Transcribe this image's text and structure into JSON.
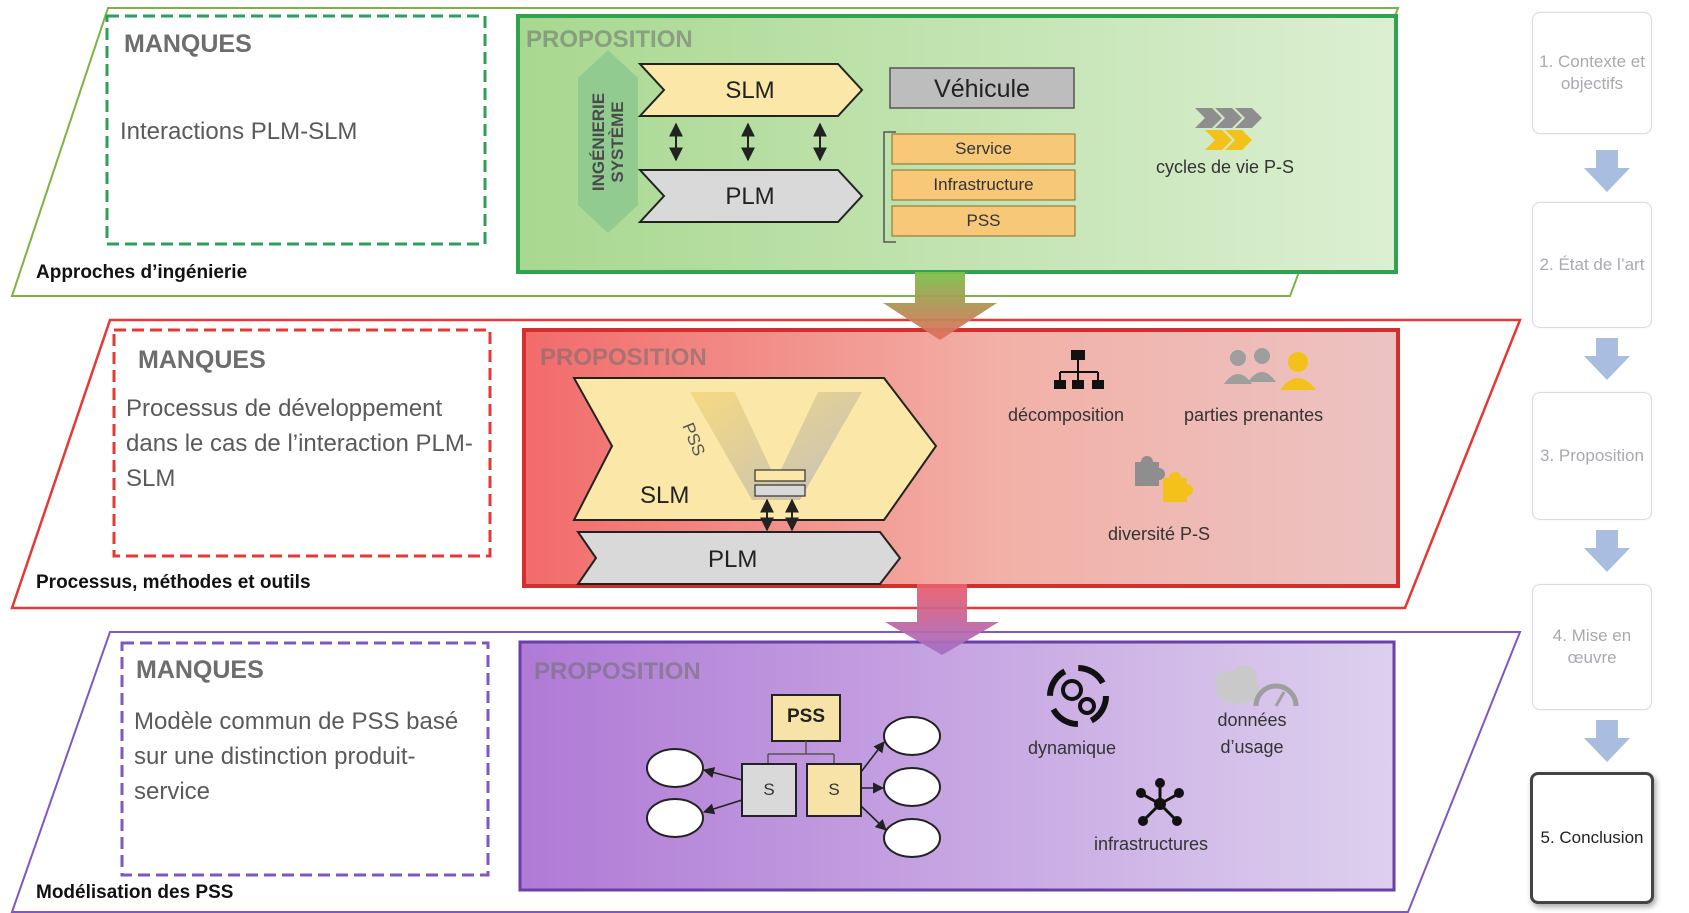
{
  "bands": [
    {
      "id": "engineering",
      "label": "Approches d’ingénierie",
      "color": "#7cb342",
      "manques_title": "MANQUES",
      "manques_text": "Interactions PLM-SLM",
      "proposition_title": "PROPOSITION"
    },
    {
      "id": "process",
      "label": "Processus, méthodes et outils",
      "color": "#e53935",
      "manques_title": "MANQUES",
      "manques_text": "Processus de développement dans le cas de l’interaction PLM-SLM",
      "proposition_title": "PROPOSITION"
    },
    {
      "id": "modeling",
      "label": "Modélisation des PSS",
      "color": "#7e57c2",
      "manques_title": "MANQUES",
      "manques_text": "Modèle commun de PSS basé sur une distinction produit-service",
      "proposition_title": "PROPOSITION"
    }
  ],
  "engineering_prop": {
    "slm": "SLM",
    "plm": "PLM",
    "vertical": [
      "INGÉNIERIE",
      "SYSTÈME"
    ],
    "vehicule": "Véhicule",
    "stack": [
      "Service",
      "Infrastructure",
      "PSS"
    ],
    "cycles": "cycles de vie P-S"
  },
  "process_prop": {
    "slm": "SLM",
    "plm": "PLM",
    "pss": "PSS",
    "decomposition": "décomposition",
    "stakeholders": "parties prenantes",
    "diversity": "diversité P-S"
  },
  "modeling_prop": {
    "pss": "PSS",
    "s1": "S",
    "s2": "S",
    "dynamique": "dynamique",
    "usage": [
      "données",
      "d’usage"
    ],
    "infrastructures": "infrastructures"
  },
  "sidebar": [
    {
      "label": "1. Contexte et objectifs",
      "active": false
    },
    {
      "label": "2. État de l’art",
      "active": false
    },
    {
      "label": "3. Proposition",
      "active": false
    },
    {
      "label": "4. Mise en œuvre",
      "active": false
    },
    {
      "label": "5. Conclusion",
      "active": true
    }
  ],
  "colors": {
    "green": "#4caf50",
    "red": "#e53935",
    "purple": "#7e57c2",
    "slm_fill": "#fbe8a8",
    "plm_fill": "#d9d9d9",
    "sidebar_arrow": "#a9bde0"
  }
}
